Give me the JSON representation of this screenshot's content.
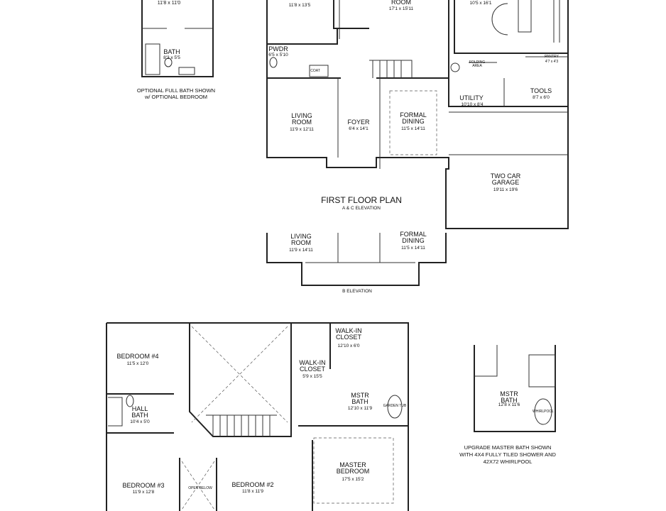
{
  "optional_bath_inset": {
    "top_dims": "11'8 x 11'0",
    "bath": {
      "name": "BATH",
      "dims": "8'3 x 5'5"
    },
    "caption": [
      "OPTIONAL FULL BATH SHOWN",
      "w/ OPTIONAL BEDROOM"
    ]
  },
  "first_floor": {
    "title": "FIRST FLOOR PLAN",
    "subtitle": "A & C ELEVATION",
    "rooms": {
      "office": {
        "dims": "11'8 x 13'5"
      },
      "family": {
        "name": "ROOM",
        "dims": "17'1 x 15'11"
      },
      "breakfast": {
        "dims": "10'5 x 16'1"
      },
      "pwdr": {
        "name": "PWDR",
        "dims": "6'5 x 5'10"
      },
      "coat": {
        "name": "COAT"
      },
      "folding": {
        "name": "FOLDING AREA"
      },
      "pantry": {
        "name": "PANTRY",
        "dims": "4'7 x 4'3"
      },
      "living": {
        "name": "LIVING ROOM",
        "dims": "11'9 x 12'11"
      },
      "foyer": {
        "name": "FOYER",
        "dims": "6'4 x 14'1"
      },
      "dining": {
        "name": "FORMAL DINING",
        "dims": "11'5 x 14'11"
      },
      "utility": {
        "name": "UTILITY",
        "dims": "10'10 x 8'4"
      },
      "tools": {
        "name": "TOOLS",
        "dims": "8'7 x 6'0"
      },
      "garage": {
        "name": "TWO CAR GARAGE",
        "dims": "19'11 x 19'6"
      }
    }
  },
  "b_elevation": {
    "title": "B ELEVATION",
    "living": {
      "name": "LIVING ROOM",
      "dims": "11'9 x 14'11"
    },
    "dining": {
      "name": "FORMAL DINING",
      "dims": "11'5 x 14'11"
    }
  },
  "second_floor": {
    "bed4": {
      "name": "BEDROOM #4",
      "dims": "11'5 x 12'0"
    },
    "hall_bath": {
      "name": "HALL BATH",
      "dims": "10'4 x 5'0"
    },
    "wic1": {
      "name": "WALK-IN CLOSET",
      "dims": "12'10 x 6'0"
    },
    "wic2": {
      "name": "WALK-IN CLOSET",
      "dims": "5'9 x 15'5"
    },
    "mstr_bath": {
      "name": "MSTR BATH",
      "dims": "12'10 x 11'9"
    },
    "garden_tub": "GARDEN TUB",
    "master": {
      "name": "MASTER BEDROOM",
      "dims": "17'5 x 15'2"
    },
    "bed3": {
      "name": "BEDROOM #3",
      "dims": "11'9 x 12'8"
    },
    "bed2": {
      "name": "BEDROOM #2",
      "dims": "11'8 x 11'9"
    },
    "open_below": "OPEN BELOW"
  },
  "upgrade_inset": {
    "mstr_bath": {
      "name": "MSTR BATH",
      "dims": "12'8 x 11'6"
    },
    "whirlpool": "WHIRLPOOL",
    "caption": [
      "UPGRADE MASTER BATH SHOWN",
      "WITH 4X4 FULLY TILED SHOWER AND",
      "42X72 WHIRLPOOL"
    ]
  }
}
